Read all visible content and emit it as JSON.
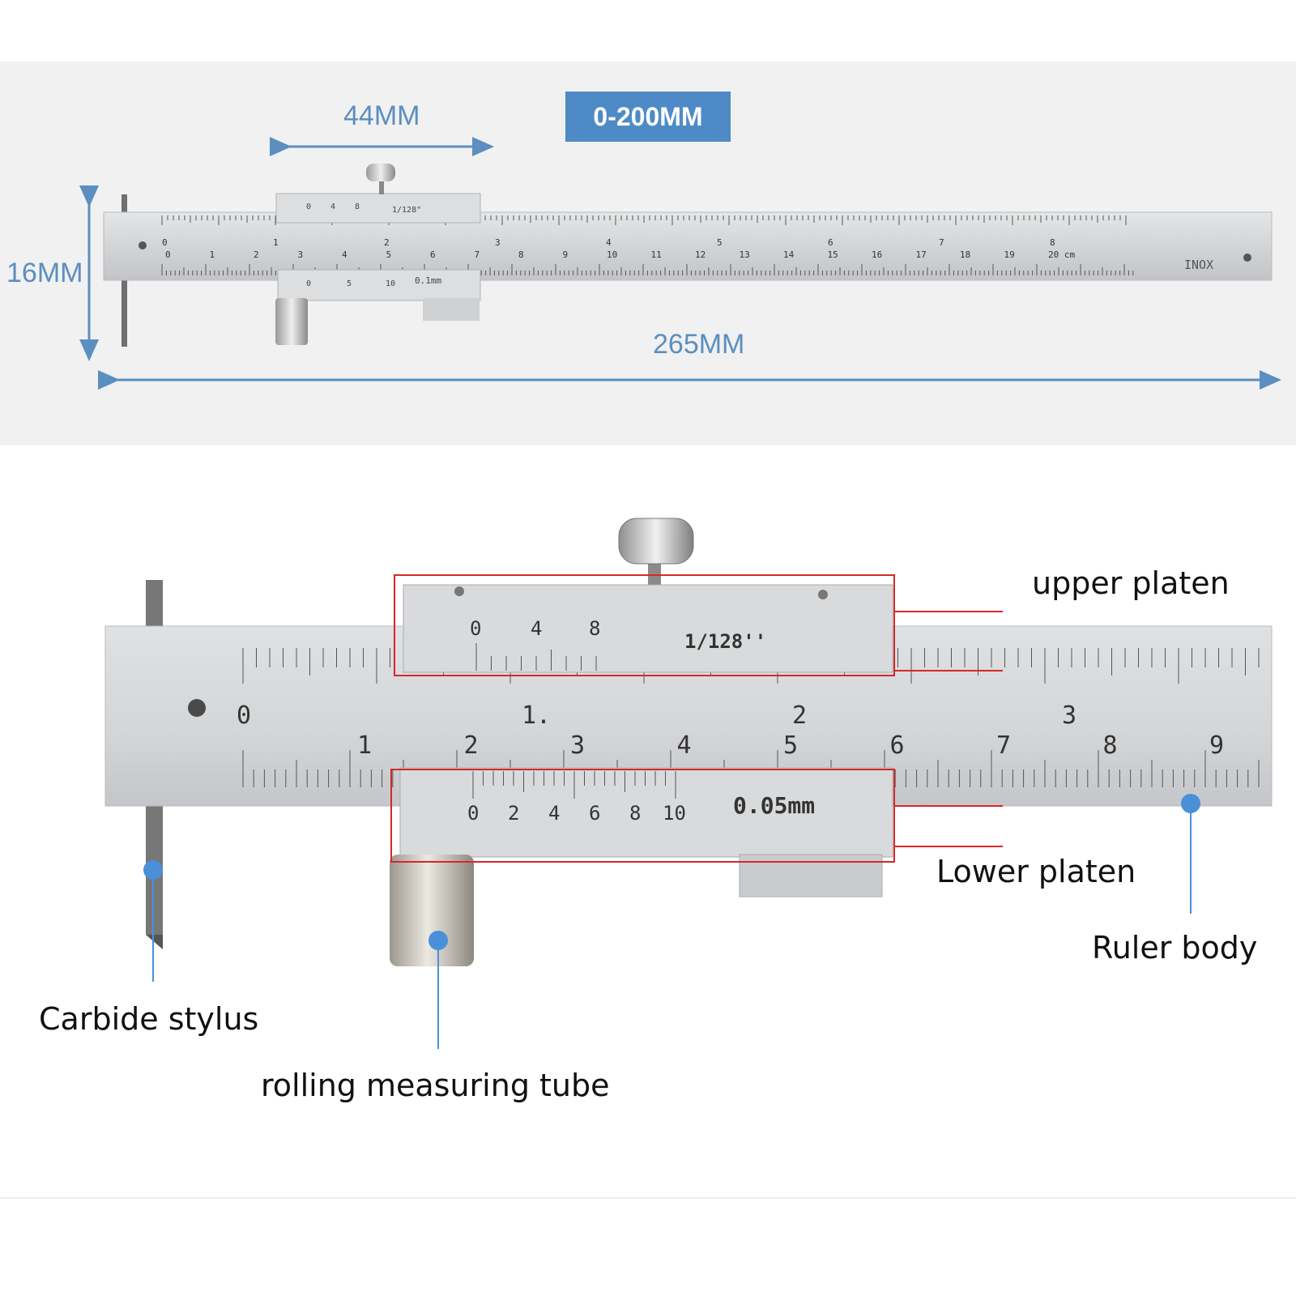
{
  "dimensions": {
    "width_label": "44MM",
    "range_label": "0-200MM",
    "height_label": "16MM",
    "length_label": "265MM"
  },
  "overview_ruler": {
    "inch_numbers": [
      "0",
      "1",
      "2",
      "3",
      "4",
      "5",
      "6",
      "7",
      "8"
    ],
    "cm_numbers": [
      "0",
      "1",
      "2",
      "3",
      "4",
      "5",
      "6",
      "7",
      "8",
      "9",
      "10",
      "11",
      "12",
      "13",
      "14",
      "15",
      "16",
      "17",
      "18",
      "19",
      "20 cm"
    ],
    "brand": "INOX",
    "upper_vernier_numbers": [
      "0",
      "4",
      "8"
    ],
    "upper_vernier_label": "1/128\"",
    "lower_vernier_numbers": [
      "0",
      "5",
      "10"
    ],
    "lower_vernier_label": "0.1mm"
  },
  "detail_ruler": {
    "inch_numbers": [
      "0",
      "1.",
      "2",
      "3"
    ],
    "cm_numbers": [
      "1",
      "2",
      "3",
      "4",
      "5",
      "6",
      "7",
      "8",
      "9"
    ],
    "upper_vernier_numbers": [
      "0",
      "4",
      "8"
    ],
    "upper_vernier_label": "1/128''",
    "lower_vernier_numbers": [
      "0",
      "2",
      "4",
      "6",
      "8",
      "10"
    ],
    "lower_vernier_label": "0.05mm"
  },
  "callouts": {
    "upper_platen": "upper platen",
    "lower_platen": "Lower platen",
    "ruler_body": "Ruler body",
    "carbide_stylus": "Carbide stylus",
    "rolling_tube": "rolling measuring tube"
  },
  "colors": {
    "dimension_blue": "#5b8fc0",
    "callout_dot": "#4a90d9",
    "highlight_red": "#d62828",
    "steel": "#d4d6d8"
  }
}
